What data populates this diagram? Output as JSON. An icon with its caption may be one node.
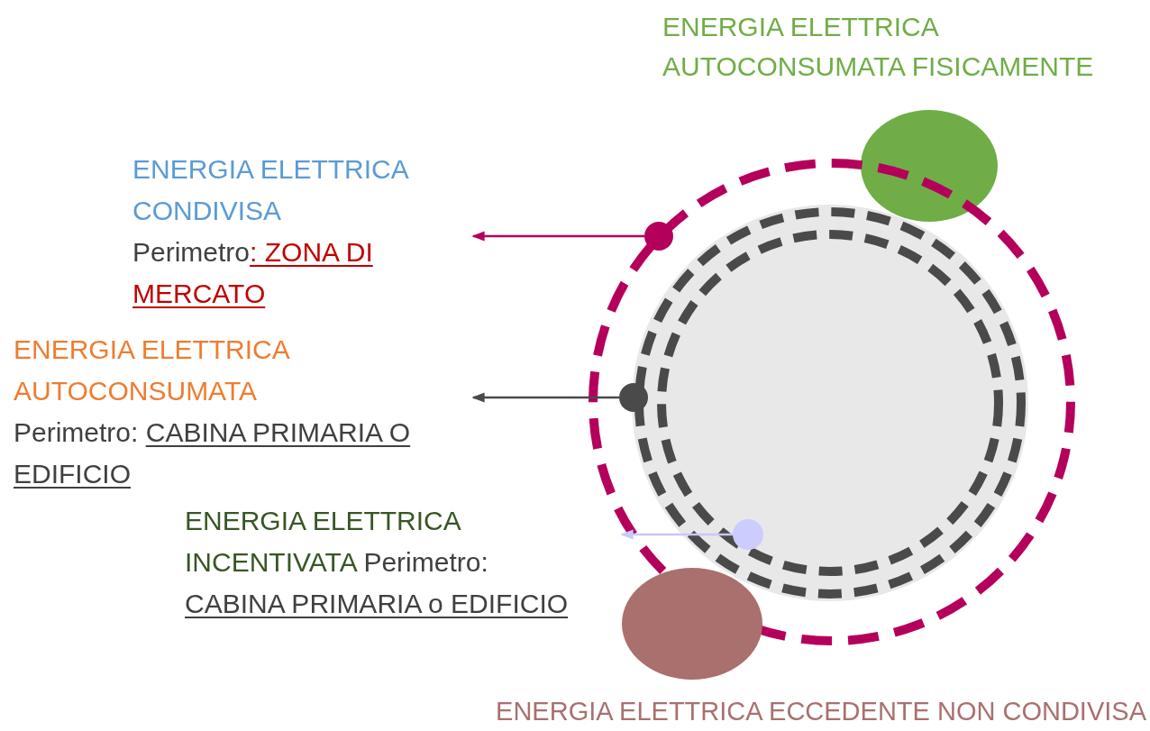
{
  "diagram": {
    "nodes": [
      {
        "text": [
          "ENERGIA ELETTRICA AUTOCONSUMATA FISICAMENTE"
        ]
      },
      {
        "text": [
          "ENERGIA ELETTRICA CONDIVISA",
          "Perimetro",
          ": ZONA DI MERCATO"
        ]
      },
      {
        "text": [],
        "shape": "circle"
      },
      {
        "text": [
          "ENERGIA ELETTRICA AUTOCONSUMATA",
          "Perimetro:",
          "CABINA PRIMARIA O EDIFICIO"
        ]
      },
      {
        "text": [],
        "shape": "circle"
      },
      {
        "text": [
          "ENERGIA ELETTRICA INCENTIVATA",
          "Perimetro:",
          "CABINA PRIMARIA o EDIFICIO"
        ]
      },
      {
        "text": [],
        "shape": "circle"
      },
      {
        "text": [
          "ENERGIA ELETTRICA ECCEDENTE NON CONDIVISA"
        ]
      }
    ],
    "edges": [
      {
        "from": 2,
        "to": 1,
        "arrow": "to",
        "color": "#b5005b"
      },
      {
        "from": 4,
        "to": 3,
        "arrow": "to",
        "color": "#4a4a4a"
      },
      {
        "from": 6,
        "to": 5,
        "arrow": "to",
        "color": "#c8c8fa"
      }
    ]
  }
}
